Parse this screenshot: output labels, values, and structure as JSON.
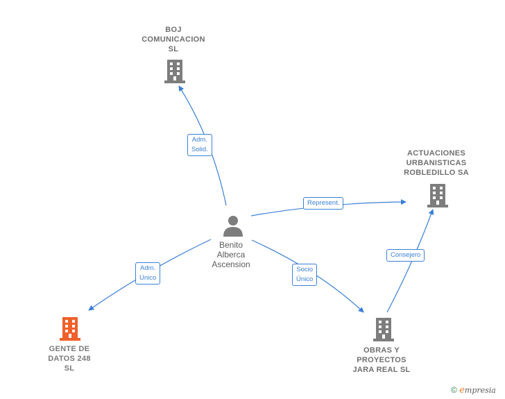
{
  "nodes": {
    "boj": {
      "lines": [
        "BOJ",
        "COMUNICACION",
        "SL"
      ]
    },
    "actuaciones": {
      "lines": [
        "ACTUACIONES",
        "URBANISTICAS",
        "ROBLEDILLO SA"
      ]
    },
    "person": {
      "lines": [
        "Benito",
        "Alberca",
        "Ascension"
      ]
    },
    "gente": {
      "lines": [
        "GENTE DE",
        "DATOS 248",
        "SL"
      ]
    },
    "obras": {
      "lines": [
        "OBRAS Y",
        "PROYECTOS",
        "JARA REAL  SL"
      ]
    }
  },
  "edges": {
    "adm_solid": {
      "lines": [
        "Adm.",
        "Solid."
      ]
    },
    "represent": {
      "lines": [
        "Represent."
      ]
    },
    "adm_unico": {
      "lines": [
        "Adm.",
        "Unico"
      ]
    },
    "socio_unico": {
      "lines": [
        "Socio",
        "Único"
      ]
    },
    "consejero": {
      "lines": [
        "Consejero"
      ]
    }
  },
  "colors": {
    "edge": "#3a7fd6",
    "company_icon": "#7d7d7d",
    "highlight_icon": "#f0602a",
    "person_icon": "#7d7d7d"
  },
  "footer": {
    "copyright": "©",
    "brand_e": "e",
    "brand_rest": "mpresia"
  }
}
